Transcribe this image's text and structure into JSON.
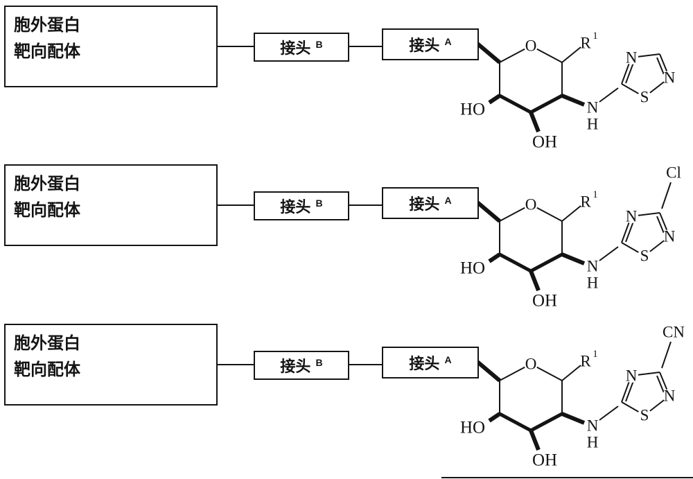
{
  "rows": [
    {
      "ligand": [
        "胞外蛋白",
        "靶向配体"
      ],
      "linker_b": {
        "text": "接头",
        "sup": "B"
      },
      "linker_a": {
        "text": "接头",
        "sup": "A"
      },
      "substituent": ""
    },
    {
      "ligand": [
        "胞外蛋白",
        "靶向配体"
      ],
      "linker_b": {
        "text": "接头",
        "sup": "B"
      },
      "linker_a": {
        "text": "接头",
        "sup": "A"
      },
      "substituent": "Cl"
    },
    {
      "ligand": [
        "胞外蛋白",
        "靶向配体"
      ],
      "linker_b": {
        "text": "接头",
        "sup": "B"
      },
      "linker_a": {
        "text": "接头",
        "sup": "A"
      },
      "substituent": "CN"
    }
  ],
  "atoms": {
    "ring_oxygen": "O",
    "r_group": "R",
    "r_group_sup": "1",
    "hydroxyl_left": "HO",
    "hydroxyl_bottom": "OH",
    "amine_n": "N",
    "amine_h": "H",
    "thiadiazole_n_top": "N",
    "thiadiazole_n_right": "N",
    "thiadiazole_s": "S"
  }
}
